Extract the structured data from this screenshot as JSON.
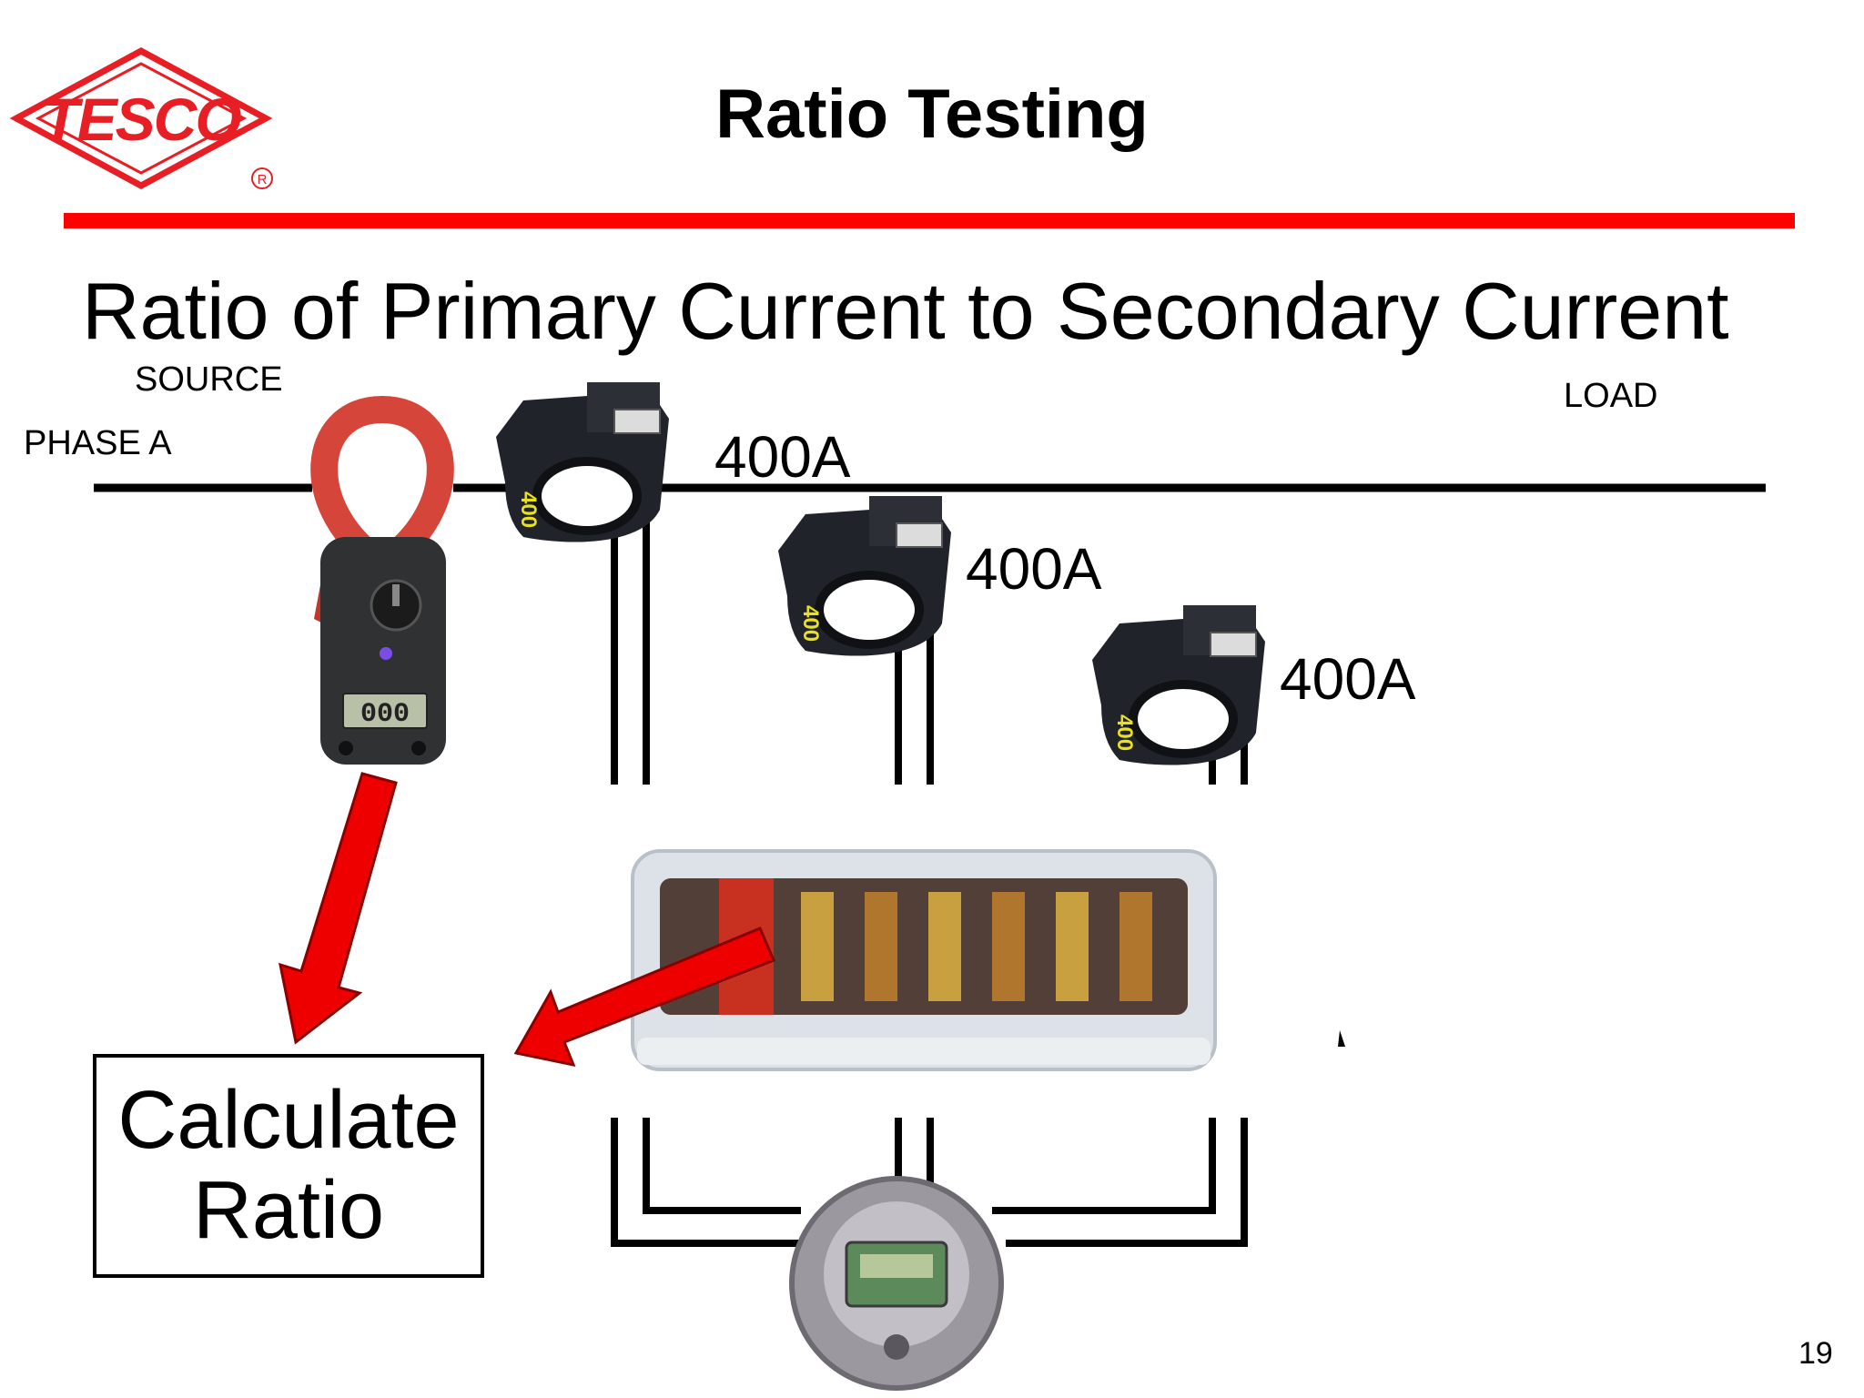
{
  "header": {
    "title": "Ratio Testing",
    "logo_text": "TESCO",
    "logo_mark": "R",
    "brand_color": "#e81e25",
    "rule_color": "#ff0000"
  },
  "slide": {
    "subtitle": "Ratio of Primary Current to Secondary Current",
    "page_number": "19"
  },
  "labels": {
    "source": "SOURCE",
    "phase": "PHASE A",
    "load": "LOAD"
  },
  "current_transformers": [
    {
      "rating_label": "400A",
      "body_mark": "400"
    },
    {
      "rating_label": "400A",
      "body_mark": "400"
    },
    {
      "rating_label": "400A",
      "body_mark": "400"
    }
  ],
  "clamp_meter": {
    "display": "000"
  },
  "calculate_box": {
    "line1": "Calculate",
    "line2": "Ratio"
  },
  "arrow_color": "#ee0000"
}
